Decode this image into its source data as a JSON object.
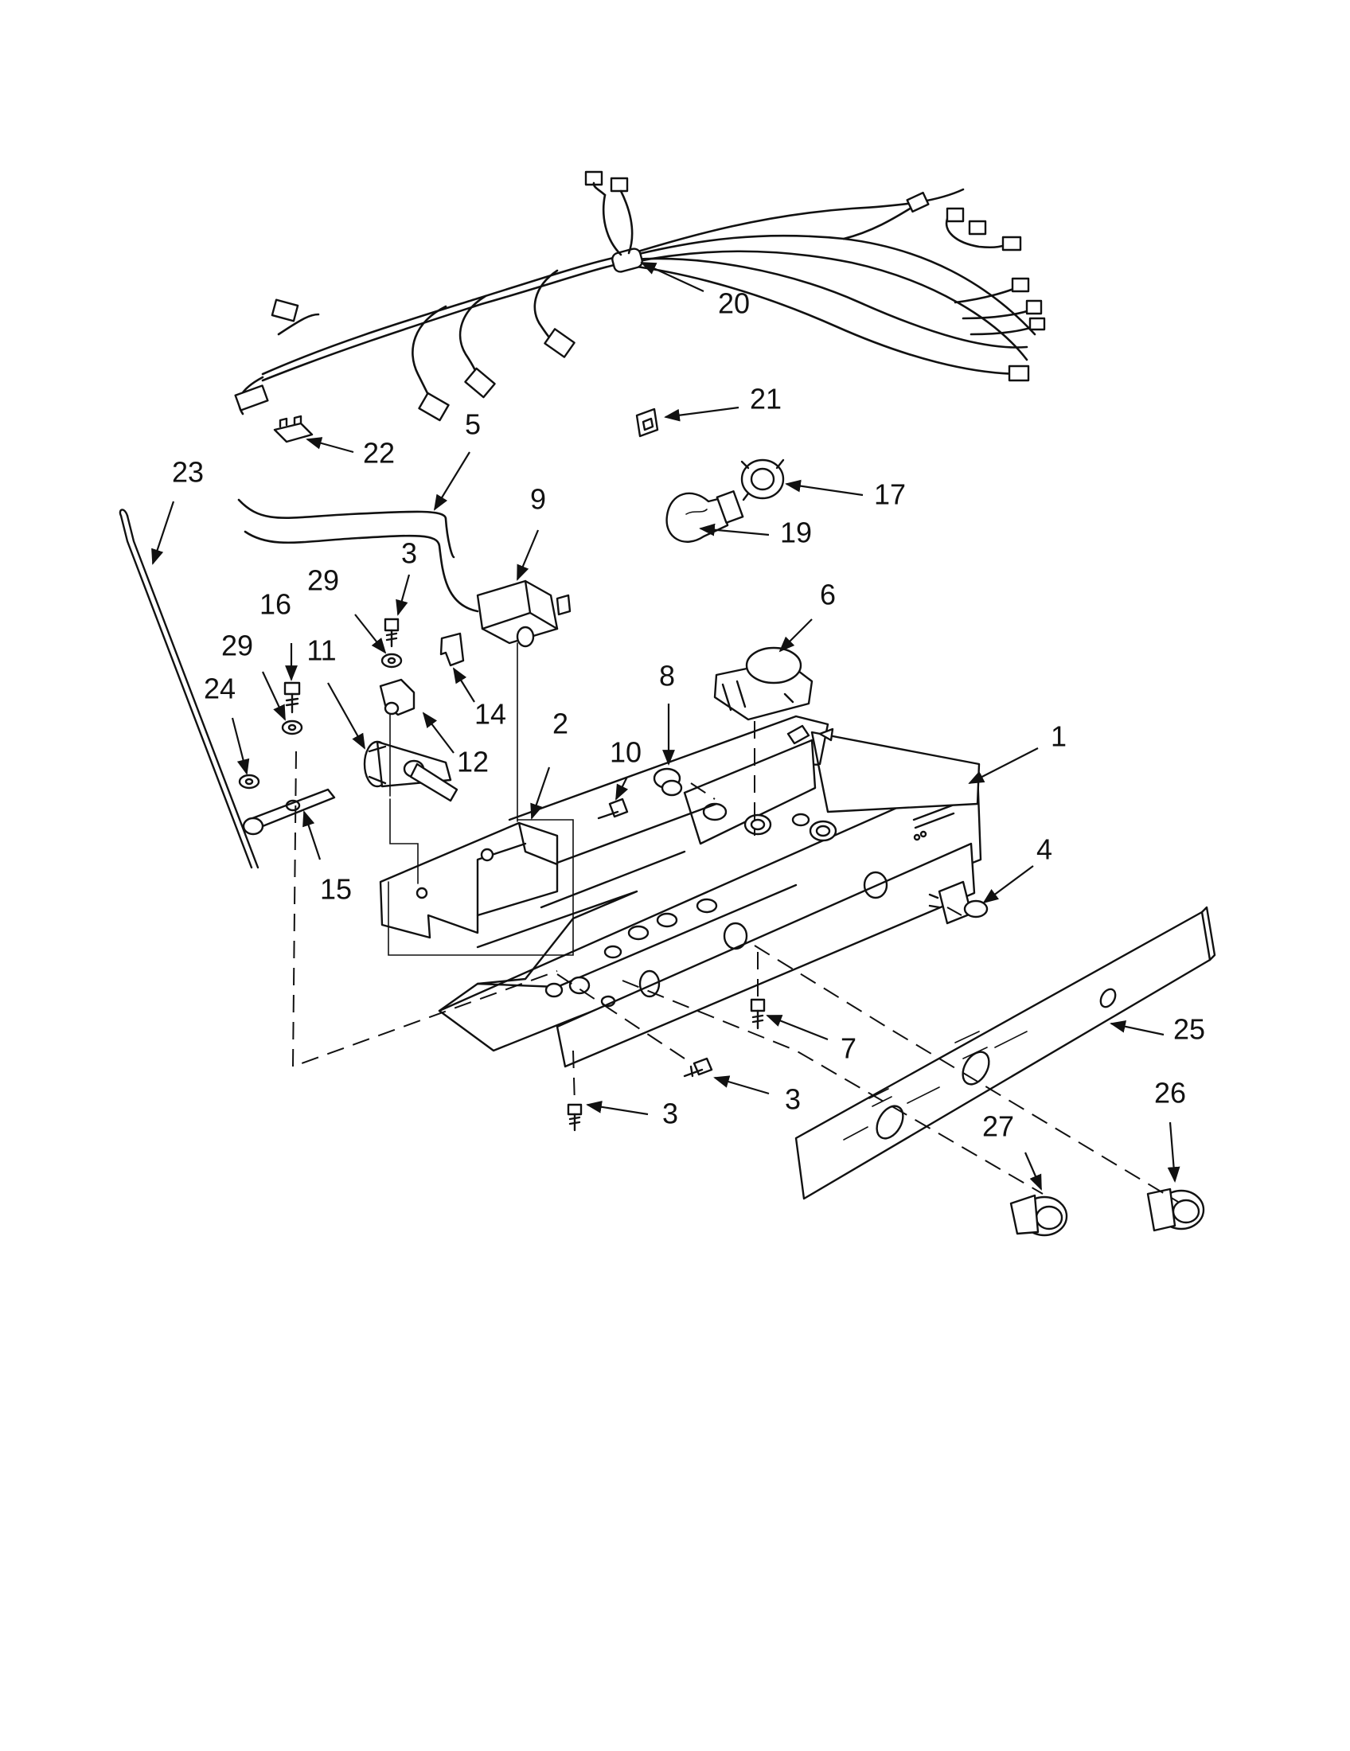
{
  "callouts": [
    {
      "id": "1",
      "label": "1"
    },
    {
      "id": "2",
      "label": "2"
    },
    {
      "id": "3a",
      "label": "3"
    },
    {
      "id": "3b",
      "label": "3"
    },
    {
      "id": "3c",
      "label": "3"
    },
    {
      "id": "4",
      "label": "4"
    },
    {
      "id": "5",
      "label": "5"
    },
    {
      "id": "6",
      "label": "6"
    },
    {
      "id": "7",
      "label": "7"
    },
    {
      "id": "8",
      "label": "8"
    },
    {
      "id": "9",
      "label": "9"
    },
    {
      "id": "10",
      "label": "10"
    },
    {
      "id": "11",
      "label": "11"
    },
    {
      "id": "12",
      "label": "12"
    },
    {
      "id": "14",
      "label": "14"
    },
    {
      "id": "15",
      "label": "15"
    },
    {
      "id": "16",
      "label": "16"
    },
    {
      "id": "17",
      "label": "17"
    },
    {
      "id": "19",
      "label": "19"
    },
    {
      "id": "20",
      "label": "20"
    },
    {
      "id": "21",
      "label": "21"
    },
    {
      "id": "22",
      "label": "22"
    },
    {
      "id": "23",
      "label": "23"
    },
    {
      "id": "24",
      "label": "24"
    },
    {
      "id": "25",
      "label": "25"
    },
    {
      "id": "26",
      "label": "26"
    },
    {
      "id": "27",
      "label": "27"
    },
    {
      "id": "29a",
      "label": "29"
    },
    {
      "id": "29b",
      "label": "29"
    }
  ]
}
